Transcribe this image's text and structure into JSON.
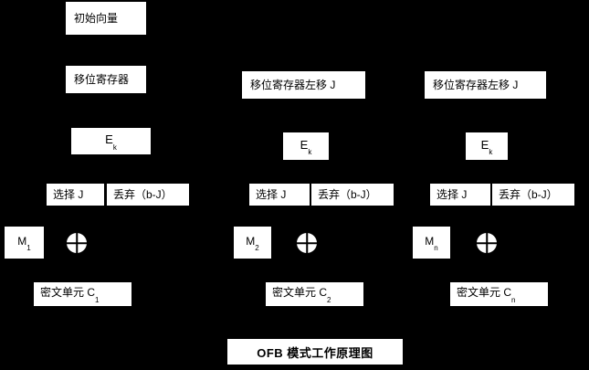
{
  "diagram": {
    "title": "OFB 模式工作原理图",
    "columns": [
      {
        "id": "col-1",
        "iv_label": "初始向量",
        "shift_label": "移位寄存器",
        "cipher_fn_label": "E",
        "cipher_fn_sub": "k",
        "select_label": "选择 J",
        "discard_label": "丢弃（b-J）",
        "plaintext_label": "M",
        "plaintext_sub": "1",
        "xor_symbol": "xor-circle",
        "ciphertext_label": "密文单元 C",
        "ciphertext_sub": "1"
      },
      {
        "id": "col-2",
        "shift_label": "移位寄存器左移 J",
        "cipher_fn_label": "E",
        "cipher_fn_sub": "k",
        "select_label": "选择 J",
        "discard_label": "丢弃（b-J）",
        "plaintext_label": "M",
        "plaintext_sub": "2",
        "xor_symbol": "xor-circle",
        "ciphertext_label": "密文单元 C",
        "ciphertext_sub": "2"
      },
      {
        "id": "col-n",
        "shift_label": "移位寄存器左移 J",
        "cipher_fn_label": "E",
        "cipher_fn_sub": "k",
        "select_label": "选择 J",
        "discard_label": "丢弃（b-J）",
        "plaintext_label": "M",
        "plaintext_sub": "n",
        "xor_symbol": "xor-circle",
        "ciphertext_label": "密文单元 C",
        "ciphertext_sub": "n"
      }
    ],
    "colors": {
      "background": "#000000",
      "box_fill": "#ffffff",
      "text": "#000000"
    }
  }
}
